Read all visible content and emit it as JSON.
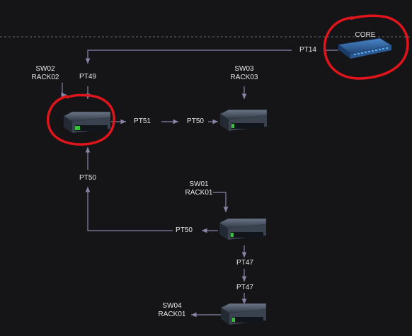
{
  "colors": {
    "background": "#151417",
    "connector": "#8a84a8",
    "divider": "#6a6a6a",
    "annotation": "#e0141b",
    "label": "#e6e6e6",
    "switch_body": "#3a4250",
    "switch_ports": "#10161c",
    "core_body": "#2b5a93",
    "core_ports": "#5ea7e8"
  },
  "nodes": {
    "core": {
      "name": "CORE",
      "icon": "core-switch-icon"
    },
    "sw02": {
      "name": "SW02",
      "rack": "RACK02",
      "icon": "network-switch-icon"
    },
    "sw03": {
      "name": "SW03",
      "rack": "RACK03",
      "icon": "network-switch-icon"
    },
    "sw01": {
      "name": "SW01",
      "rack": "RACK01",
      "icon": "network-switch-icon"
    },
    "sw04": {
      "name": "SW04",
      "rack": "RACK01",
      "icon": "network-switch-icon"
    }
  },
  "ports": {
    "core_to_sw02": "PT14",
    "sw02_uplink": "PT49",
    "sw02_to_sw03_out": "PT51",
    "sw02_to_sw03_in": "PT50",
    "sw02_from_sw01": "PT50",
    "sw01_to_sw02": "PT50",
    "sw01_to_sw04_out": "PT47",
    "sw01_to_sw04_in": "PT47"
  }
}
